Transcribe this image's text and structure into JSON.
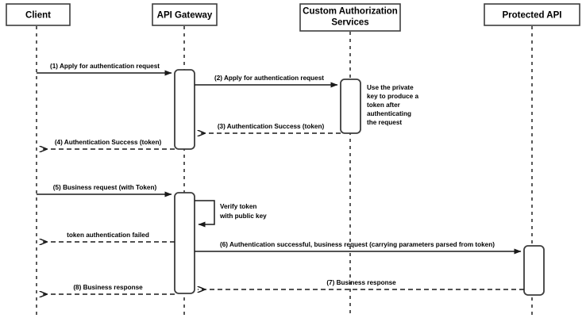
{
  "diagram": {
    "type": "uml-sequence-diagram",
    "background_color": "#ffffff",
    "line_color": "#3d3d3d",
    "text_color": "#000000",
    "participants": [
      {
        "id": "client",
        "label": "Client"
      },
      {
        "id": "api_gateway",
        "label": "API Gateway"
      },
      {
        "id": "custom_auth",
        "label": "Custom Authorization Services"
      },
      {
        "id": "protected_api",
        "label": "Protected API"
      }
    ],
    "messages": [
      {
        "seq": "1",
        "label": "(1) Apply for authentication request",
        "from": "client",
        "to": "api_gateway",
        "style": "solid"
      },
      {
        "seq": "2",
        "label": "(2) Apply for authentication request",
        "from": "api_gateway",
        "to": "custom_auth",
        "style": "solid"
      },
      {
        "seq": "3",
        "label": "(3) Authentication Success (token)",
        "from": "custom_auth",
        "to": "api_gateway",
        "style": "dashed"
      },
      {
        "seq": "4",
        "label": "(4) Authentication Success (token)",
        "from": "api_gateway",
        "to": "client",
        "style": "dashed"
      },
      {
        "seq": "5",
        "label": "(5) Business request (with Token)",
        "from": "client",
        "to": "api_gateway",
        "style": "solid"
      },
      {
        "seq": "fail",
        "label": "token authentication failed",
        "from": "api_gateway",
        "to": "client",
        "style": "dashed"
      },
      {
        "seq": "6",
        "label": "(6) Authentication successful, business request (carrying parameters parsed from token)",
        "from": "api_gateway",
        "to": "protected_api",
        "style": "solid"
      },
      {
        "seq": "7",
        "label": "(7) Business response",
        "from": "protected_api",
        "to": "client",
        "style": "dashed"
      },
      {
        "seq": "8",
        "label": "(8) Business response",
        "from": "api_gateway",
        "to": "client",
        "style": "dashed"
      }
    ],
    "self_messages": [
      {
        "label_line_1": "Verify token",
        "label_line_2": "with public key",
        "on": "api_gateway",
        "style": "solid"
      }
    ],
    "notes": [
      {
        "on": "custom_auth",
        "lines": [
          "Use the private",
          "key to produce a",
          "token after",
          "authenticating",
          "the request"
        ]
      }
    ],
    "header_labels": {
      "client": "Client",
      "api_gateway": "API Gateway",
      "custom_auth_line1": "Custom Authorization",
      "custom_auth_line2": "Services",
      "protected_api": "Protected API"
    }
  }
}
